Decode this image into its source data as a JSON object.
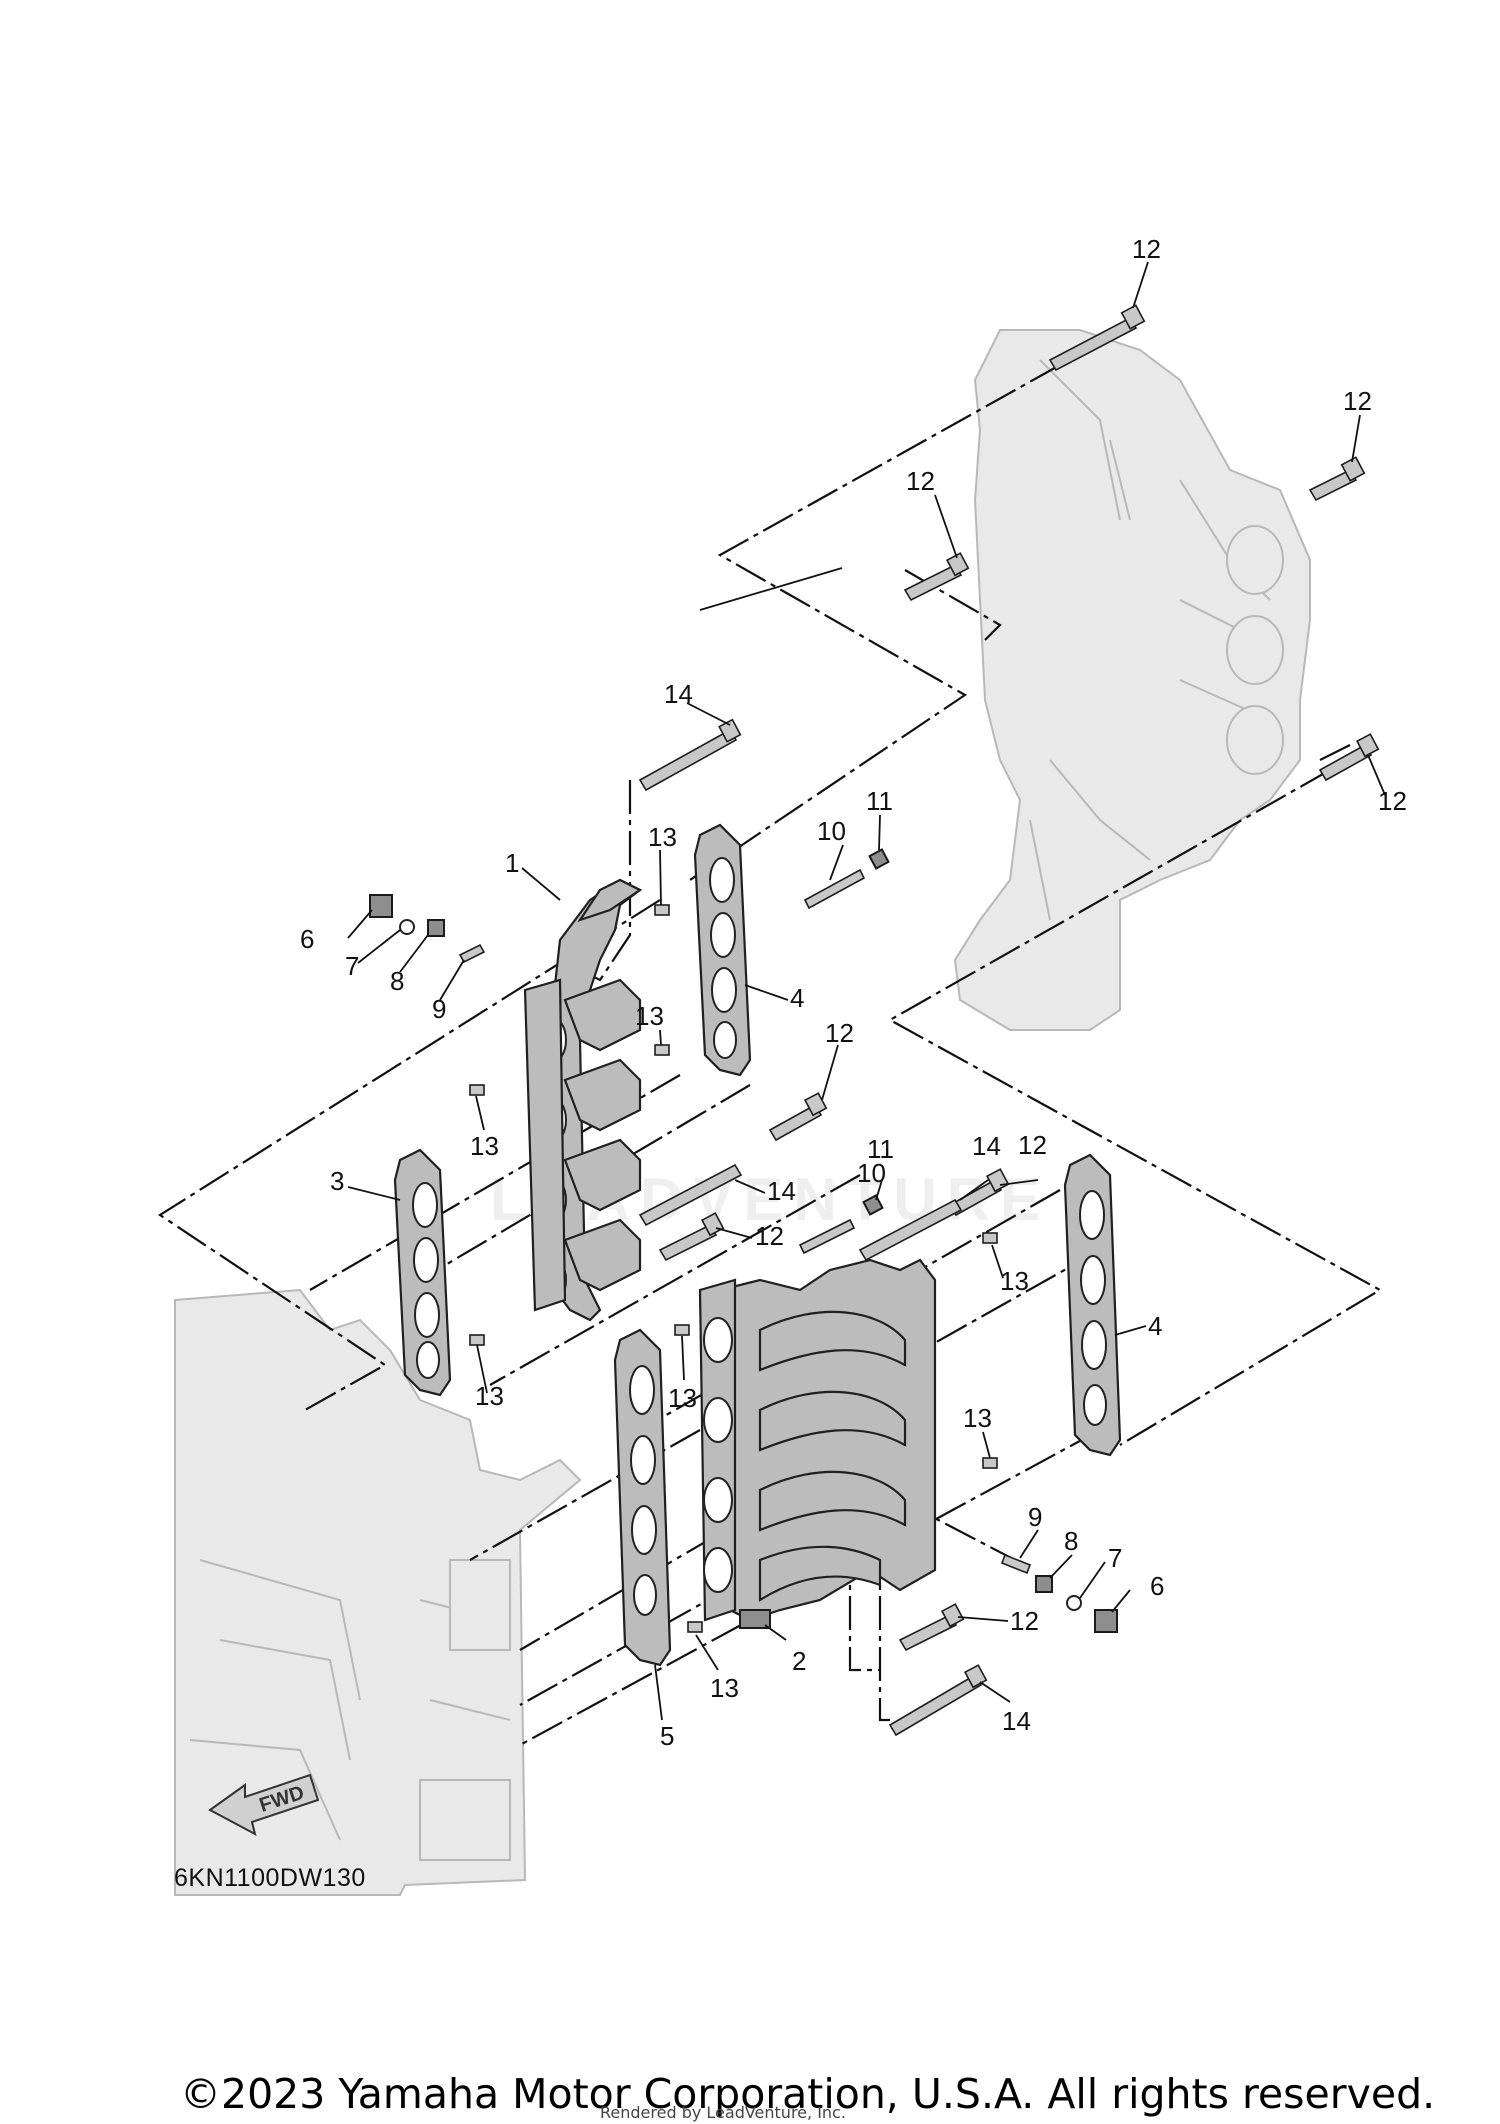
{
  "diagram": {
    "drawing_code": "6KN1100DW130",
    "fwd_label": "FWD",
    "watermark": "LEADVENTURE",
    "callouts": [
      {
        "id": "c1",
        "label": "1"
      },
      {
        "id": "c2",
        "label": "2"
      },
      {
        "id": "c3",
        "label": "3"
      },
      {
        "id": "c4a",
        "label": "4"
      },
      {
        "id": "c4b",
        "label": "4"
      },
      {
        "id": "c5",
        "label": "5"
      },
      {
        "id": "c6a",
        "label": "6"
      },
      {
        "id": "c6b",
        "label": "6"
      },
      {
        "id": "c7a",
        "label": "7"
      },
      {
        "id": "c7b",
        "label": "7"
      },
      {
        "id": "c8a",
        "label": "8"
      },
      {
        "id": "c8b",
        "label": "8"
      },
      {
        "id": "c9a",
        "label": "9"
      },
      {
        "id": "c9b",
        "label": "9"
      },
      {
        "id": "c10a",
        "label": "10"
      },
      {
        "id": "c10b",
        "label": "10"
      },
      {
        "id": "c11a",
        "label": "11"
      },
      {
        "id": "c11b",
        "label": "11"
      },
      {
        "id": "c12a",
        "label": "12"
      },
      {
        "id": "c12b",
        "label": "12"
      },
      {
        "id": "c12c",
        "label": "12"
      },
      {
        "id": "c12d",
        "label": "12"
      },
      {
        "id": "c12e",
        "label": "12"
      },
      {
        "id": "c12f",
        "label": "12"
      },
      {
        "id": "c12g",
        "label": "12"
      },
      {
        "id": "c12h",
        "label": "12"
      },
      {
        "id": "c13a",
        "label": "13"
      },
      {
        "id": "c13b",
        "label": "13"
      },
      {
        "id": "c13c",
        "label": "13"
      },
      {
        "id": "c13d",
        "label": "13"
      },
      {
        "id": "c13e",
        "label": "13"
      },
      {
        "id": "c13f",
        "label": "13"
      },
      {
        "id": "c13g",
        "label": "13"
      },
      {
        "id": "c13h",
        "label": "13"
      },
      {
        "id": "c14a",
        "label": "14"
      },
      {
        "id": "c14b",
        "label": "14"
      },
      {
        "id": "c14c",
        "label": "14"
      },
      {
        "id": "c14d",
        "label": "14"
      }
    ]
  },
  "footer": {
    "copyright": "©2023 Yamaha Motor Corporation, U.S.A. All rights reserved.",
    "rendered_by": "Rendered by LeadVenture, Inc."
  }
}
